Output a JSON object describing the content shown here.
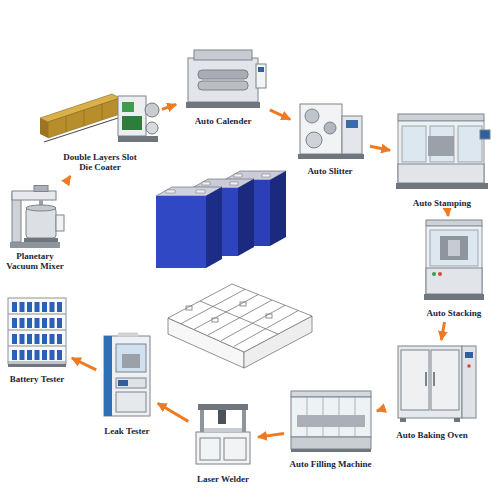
{
  "diagram": {
    "nodes": [
      {
        "text": [
          "Planetary Vacuum Mixer"
        ]
      },
      {
        "text": [
          "Double Layers Slot Die Coater"
        ]
      },
      {
        "text": [
          "Auto Calender"
        ]
      },
      {
        "text": [
          "Auto Slitter"
        ]
      },
      {
        "text": [
          "Auto Stamping"
        ]
      },
      {
        "text": [
          "Auto Stacking"
        ]
      },
      {
        "text": [
          "Auto Baking Oven"
        ]
      },
      {
        "text": [
          "Auto Filling Machine"
        ]
      },
      {
        "text": [
          "Laser Welder"
        ]
      },
      {
        "text": [
          "Leak Tester"
        ]
      },
      {
        "text": [
          "Battery Tester"
        ]
      }
    ],
    "edges": [
      {
        "from": 0,
        "to": 1,
        "arrow": "to"
      },
      {
        "from": 1,
        "to": 2,
        "arrow": "to"
      },
      {
        "from": 2,
        "to": 3,
        "arrow": "to"
      },
      {
        "from": 3,
        "to": 4,
        "arrow": "to"
      },
      {
        "from": 4,
        "to": 5,
        "arrow": "to"
      },
      {
        "from": 5,
        "to": 6,
        "arrow": "to"
      },
      {
        "from": 6,
        "to": 7,
        "arrow": "to"
      },
      {
        "from": 7,
        "to": 8,
        "arrow": "to"
      },
      {
        "from": 8,
        "to": 9,
        "arrow": "to"
      },
      {
        "from": 9,
        "to": 10,
        "arrow": "to"
      }
    ]
  }
}
